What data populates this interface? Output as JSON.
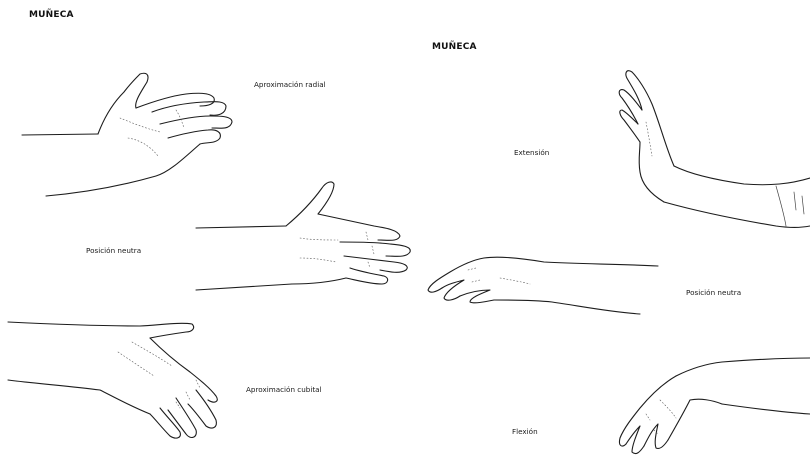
{
  "titles": {
    "left": "MUÑECA",
    "right": "MUÑECA"
  },
  "labels": {
    "radial": "Aproximación radial",
    "neutral_left": "Posición neutra",
    "cubital": "Aproximación cubital",
    "extension": "Extensión",
    "neutral_right": "Posición neutra",
    "flexion": "Flexión"
  }
}
